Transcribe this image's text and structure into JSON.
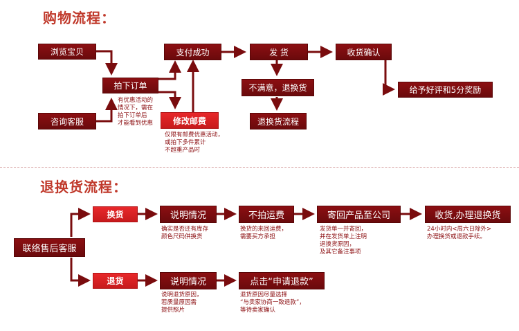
{
  "section1": {
    "title": "购物流程：",
    "boxes": {
      "browse": "浏览宝贝",
      "consult": "咨询客服",
      "order": "拍下订单",
      "modify_postage": "修改邮费",
      "pay_success": "支付成功",
      "ship": "发  货",
      "unsatisfied": "不满意，退换货",
      "return_flow": "退换货流程",
      "confirm_receipt": "收货确认",
      "review": "给予好评和5分奖励"
    },
    "notes": {
      "promo": "有优惠活动的\n情况下，需在\n拍下订单后\n才能看到优惠",
      "postage": "仅限有邮费优惠活动，\n或拍下多件累计\n不超重产品时"
    }
  },
  "section2": {
    "title": "退换货流程：",
    "boxes": {
      "contact": "联络售后客服",
      "exchange": "换货",
      "refund": "退货",
      "explain_exchange": "说明情况",
      "explain_refund": "说明情况",
      "no_freight": "不拍运费",
      "send_back": "寄回产品至公司",
      "receive": "收货,办理退换货",
      "apply_refund": "点击“申请退款”"
    },
    "notes": {
      "n1": "确实是否还有库存\n颜色尺码供换货",
      "n2": "换货的来回运费，\n需要买方承担",
      "n3": "发货单一并寄回，\n并在发货单上注明\n退换货原因，\n及其它备注事项",
      "n4": "24小时内<周六日除外>\n办理换货或退款手续。",
      "n5": "说明退货原因，\n若质量原因需\n提供照片",
      "n6": "退货原因尽量选择\n“与卖家协商一致退款”，\n等待卖家确认"
    }
  },
  "colors": {
    "box_dark": "#7a0c0e",
    "box_red": "#d92022",
    "arrow": "#7a0c0e",
    "title": "#c0392b"
  }
}
